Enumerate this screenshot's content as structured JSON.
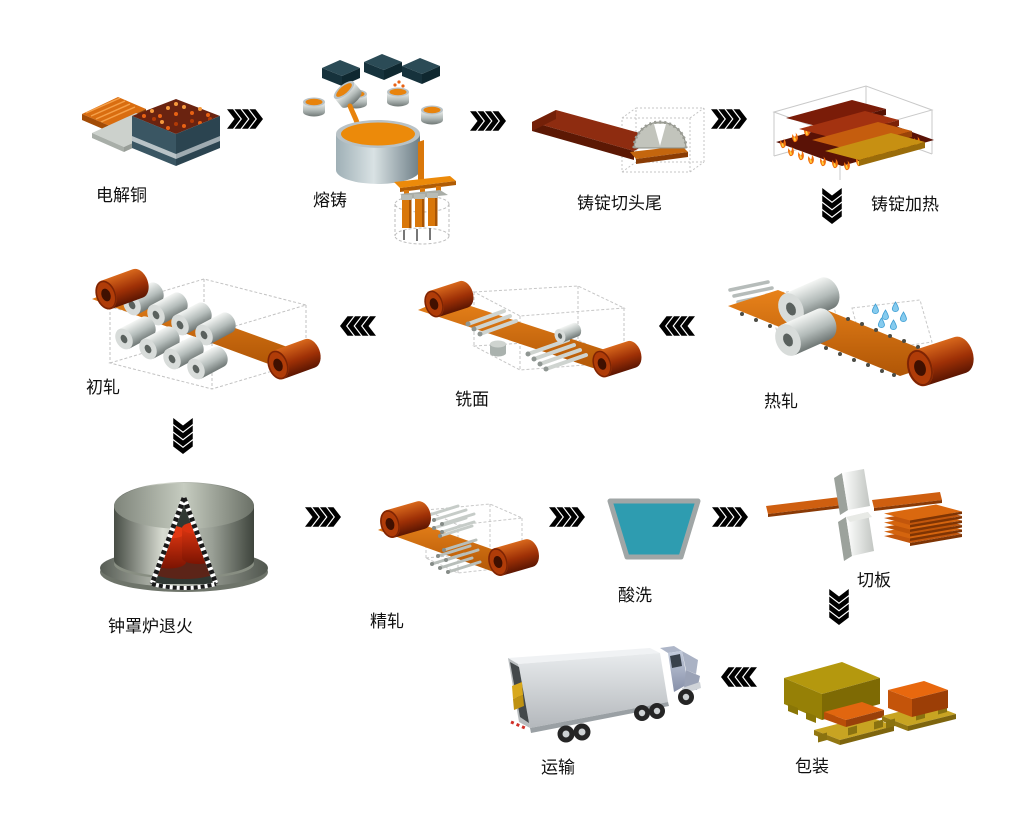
{
  "stations": [
    {
      "id": "electrolytic-copper",
      "label": "电解铜"
    },
    {
      "id": "melting-casting",
      "label": "熔铸"
    },
    {
      "id": "ingot-cropping",
      "label": "铸锭切头尾"
    },
    {
      "id": "ingot-heating",
      "label": "铸锭加热"
    },
    {
      "id": "hot-rolling",
      "label": "热轧"
    },
    {
      "id": "face-milling",
      "label": "铣面"
    },
    {
      "id": "rough-rolling",
      "label": "初轧"
    },
    {
      "id": "bell-annealing",
      "label": "钟罩炉退火"
    },
    {
      "id": "finish-rolling",
      "label": "精轧"
    },
    {
      "id": "pickling",
      "label": "酸洗"
    },
    {
      "id": "plate-cutting",
      "label": "切板"
    },
    {
      "id": "packing",
      "label": "包装"
    },
    {
      "id": "transport",
      "label": "运输"
    }
  ],
  "flow_order": [
    "电解铜",
    "熔铸",
    "铸锭切头尾",
    "铸锭加热",
    "热轧",
    "铣面",
    "初轧",
    "钟罩炉退火",
    "精轧",
    "酸洗",
    "切板",
    "包装",
    "运输"
  ],
  "arrows": [
    {
      "from": "电解铜",
      "to": "熔铸",
      "direction": "right",
      "palette": "steel"
    },
    {
      "from": "熔铸",
      "to": "铸锭切头尾",
      "direction": "right",
      "palette": "copper"
    },
    {
      "from": "铸锭切头尾",
      "to": "铸锭加热",
      "direction": "right",
      "palette": "navy"
    },
    {
      "from": "铸锭加热",
      "to": "热轧",
      "direction": "down",
      "palette": "copper"
    },
    {
      "from": "热轧",
      "to": "铣面",
      "direction": "left",
      "palette": "steel"
    },
    {
      "from": "铣面",
      "to": "初轧",
      "direction": "left",
      "palette": "copper"
    },
    {
      "from": "初轧",
      "to": "钟罩炉退火",
      "direction": "down",
      "palette": "steel"
    },
    {
      "from": "钟罩炉退火",
      "to": "精轧",
      "direction": "right",
      "palette": "copper"
    },
    {
      "from": "精轧",
      "to": "酸洗",
      "direction": "right",
      "palette": "steel"
    },
    {
      "from": "酸洗",
      "to": "切板",
      "direction": "right",
      "palette": "copper"
    },
    {
      "from": "切板",
      "to": "包装",
      "direction": "down",
      "palette": "slate"
    },
    {
      "from": "包装",
      "to": "运输",
      "direction": "left",
      "palette": "copper"
    }
  ],
  "colors": {
    "steel_1": "#e2e5e7",
    "steel_2": "#b9c3c9",
    "steel_3": "#7a909d",
    "steel_4": "#32505f",
    "navy_1": "#ccd6dd",
    "navy_2": "#8fa9bb",
    "navy_3": "#4d7390",
    "navy_4": "#1d4a6a",
    "copper_1": "#ead2c6",
    "copper_2": "#d09d87",
    "copper_3": "#b05f46",
    "copper_4": "#8c2d17",
    "slate_1": "#e8e9e9",
    "slate_2": "#c6cbcd",
    "slate_3": "#939da1",
    "slate_4": "#4c5d64",
    "strip_orange": "#cf6a12",
    "coil_red": "#8f2a08",
    "molten_orange": "#ec8a0a",
    "pickling_teal": "#2e9cb0",
    "furnace_red": "#d93210",
    "crate_yellow": "#b4980e",
    "crate_orange": "#e1660f",
    "label_text": "#101010",
    "background": "#ffffff"
  }
}
